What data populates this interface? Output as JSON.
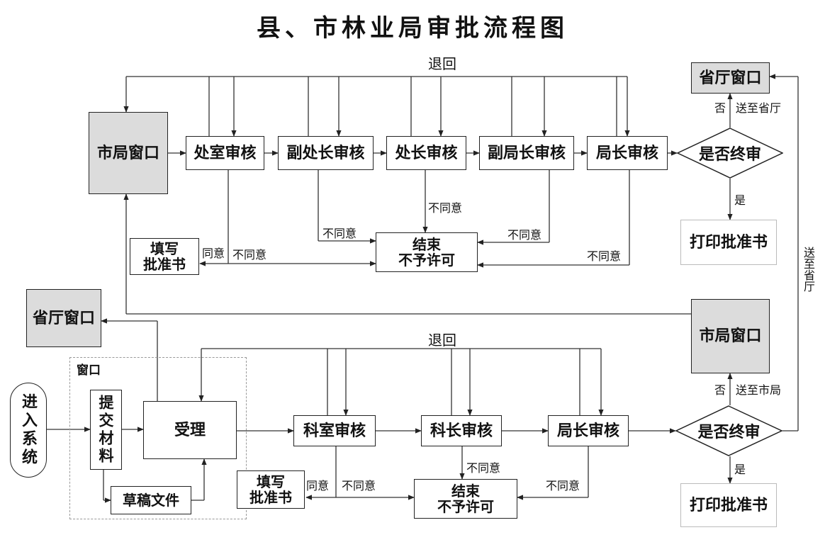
{
  "title": "县、市林业局审批流程图",
  "top_flow": {
    "return_label": "退回",
    "city_window": "市局窗口",
    "steps": [
      "处室审核",
      "副处长审核",
      "处长审核",
      "副局长审核",
      "局长审核"
    ],
    "decision": "是否终审",
    "province_window": "省厅窗口",
    "no_label": "否",
    "send_label": "送至省厅",
    "yes_label": "是",
    "print": "打印批准书",
    "fill_form": [
      "填写",
      "批准书"
    ],
    "agree": "同意",
    "disagree": "不同意",
    "end_box": [
      "结束",
      "不予许可"
    ]
  },
  "side_label": "送至省厅",
  "bottom_flow": {
    "return_label": "退回",
    "province_window": "省厅窗口",
    "city_window": "市局窗口",
    "window_group_label": "窗口",
    "enter_system": "进入系统",
    "submit_materials": "提交材料",
    "draft_docs": "草稿文件",
    "accept": "受理",
    "steps": [
      "科室审核",
      "科长审核",
      "局长审核"
    ],
    "decision": "是否终审",
    "no_label": "否",
    "send_label": "送至市局",
    "yes_label": "是",
    "print": "打印批准书",
    "fill_form": [
      "填写",
      "批准书"
    ],
    "agree": "同意",
    "disagree": "不同意",
    "end_box": [
      "结束",
      "不予许可"
    ]
  }
}
